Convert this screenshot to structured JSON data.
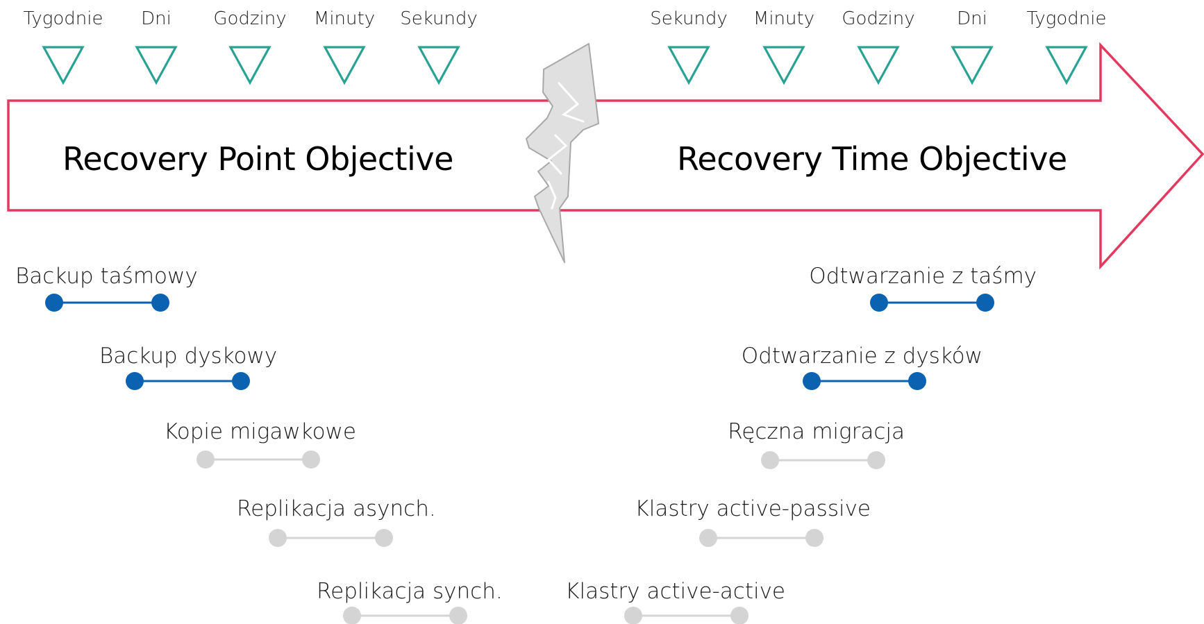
{
  "colors": {
    "arrow_stroke": "#e23a5e",
    "tick_marker": "#2aa293",
    "active": "#0a62b0",
    "inactive": "#d4d4d4",
    "lightning_fill": "#e0e0e0",
    "lightning_stroke": "#a8a8a8"
  },
  "rpo": {
    "title": "Recovery Point Objective",
    "ticks": [
      "Tygodnie",
      "Dni",
      "Godziny",
      "Minuty",
      "Sekundy"
    ],
    "items": [
      {
        "label": "Backup taśmowy",
        "active": true
      },
      {
        "label": "Backup dyskowy",
        "active": true
      },
      {
        "label": "Kopie migawkowe",
        "active": false
      },
      {
        "label": "Replikacja asynch.",
        "active": false
      },
      {
        "label": "Replikacja synch.",
        "active": false
      }
    ]
  },
  "rto": {
    "title": "Recovery Time Objective",
    "ticks": [
      "Sekundy",
      "Minuty",
      "Godziny",
      "Dni",
      "Tygodnie"
    ],
    "items": [
      {
        "label": "Odtwarzanie z taśmy",
        "active": true
      },
      {
        "label": "Odtwarzanie z dysków",
        "active": true
      },
      {
        "label": "Ręczna migracja",
        "active": false
      },
      {
        "label": "Klastry active-passive",
        "active": false
      },
      {
        "label": "Klastry active-active",
        "active": false
      }
    ]
  }
}
